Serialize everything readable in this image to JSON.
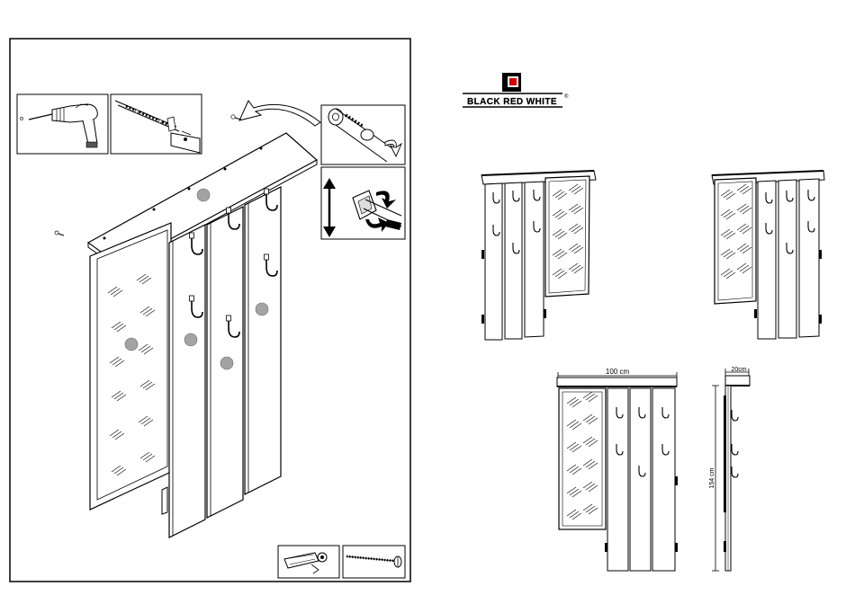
{
  "brand": {
    "name": "BLACK RED WHITE",
    "registered_mark": "®",
    "colors": {
      "red": "#d40000",
      "black": "#000000"
    }
  },
  "icons": {
    "step1": [
      "drill-icon",
      "screw-insert-icon"
    ],
    "step2": [
      "wall-anchor-icon",
      "adjust-arrows-icon"
    ],
    "hardware": [
      "wall-plug-icon",
      "wood-screw-icon"
    ]
  },
  "dimensions": {
    "width": "100 cm",
    "depth": "20cm",
    "height": "154 cm"
  }
}
